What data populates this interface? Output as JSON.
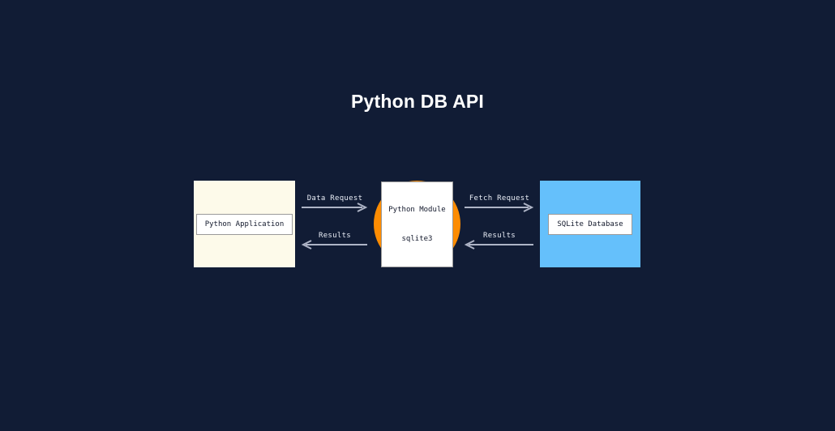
{
  "diagram": {
    "title": "Python DB API",
    "background_color": "#111c35",
    "nodes": [
      {
        "id": "application",
        "label": "Python Application",
        "shape": "rectangle",
        "fill_color": "#fdfaea"
      },
      {
        "id": "module",
        "label_line1": "Python Module",
        "label_line2": "sqlite3",
        "shape": "circle",
        "fill_color": "#fd8c02"
      },
      {
        "id": "database",
        "label": "SQLite Database",
        "shape": "rectangle",
        "fill_color": "#65c0fb"
      }
    ],
    "flows": [
      {
        "id": "data-request",
        "label": "Data Request",
        "direction": "right"
      },
      {
        "id": "results-left",
        "label": "Results",
        "direction": "left"
      },
      {
        "id": "fetch-request",
        "label": "Fetch Request",
        "direction": "right"
      },
      {
        "id": "results-right",
        "label": "Results",
        "direction": "left"
      }
    ],
    "arrow_color": "#aeb4c6",
    "text_color": "#e9edf6"
  }
}
